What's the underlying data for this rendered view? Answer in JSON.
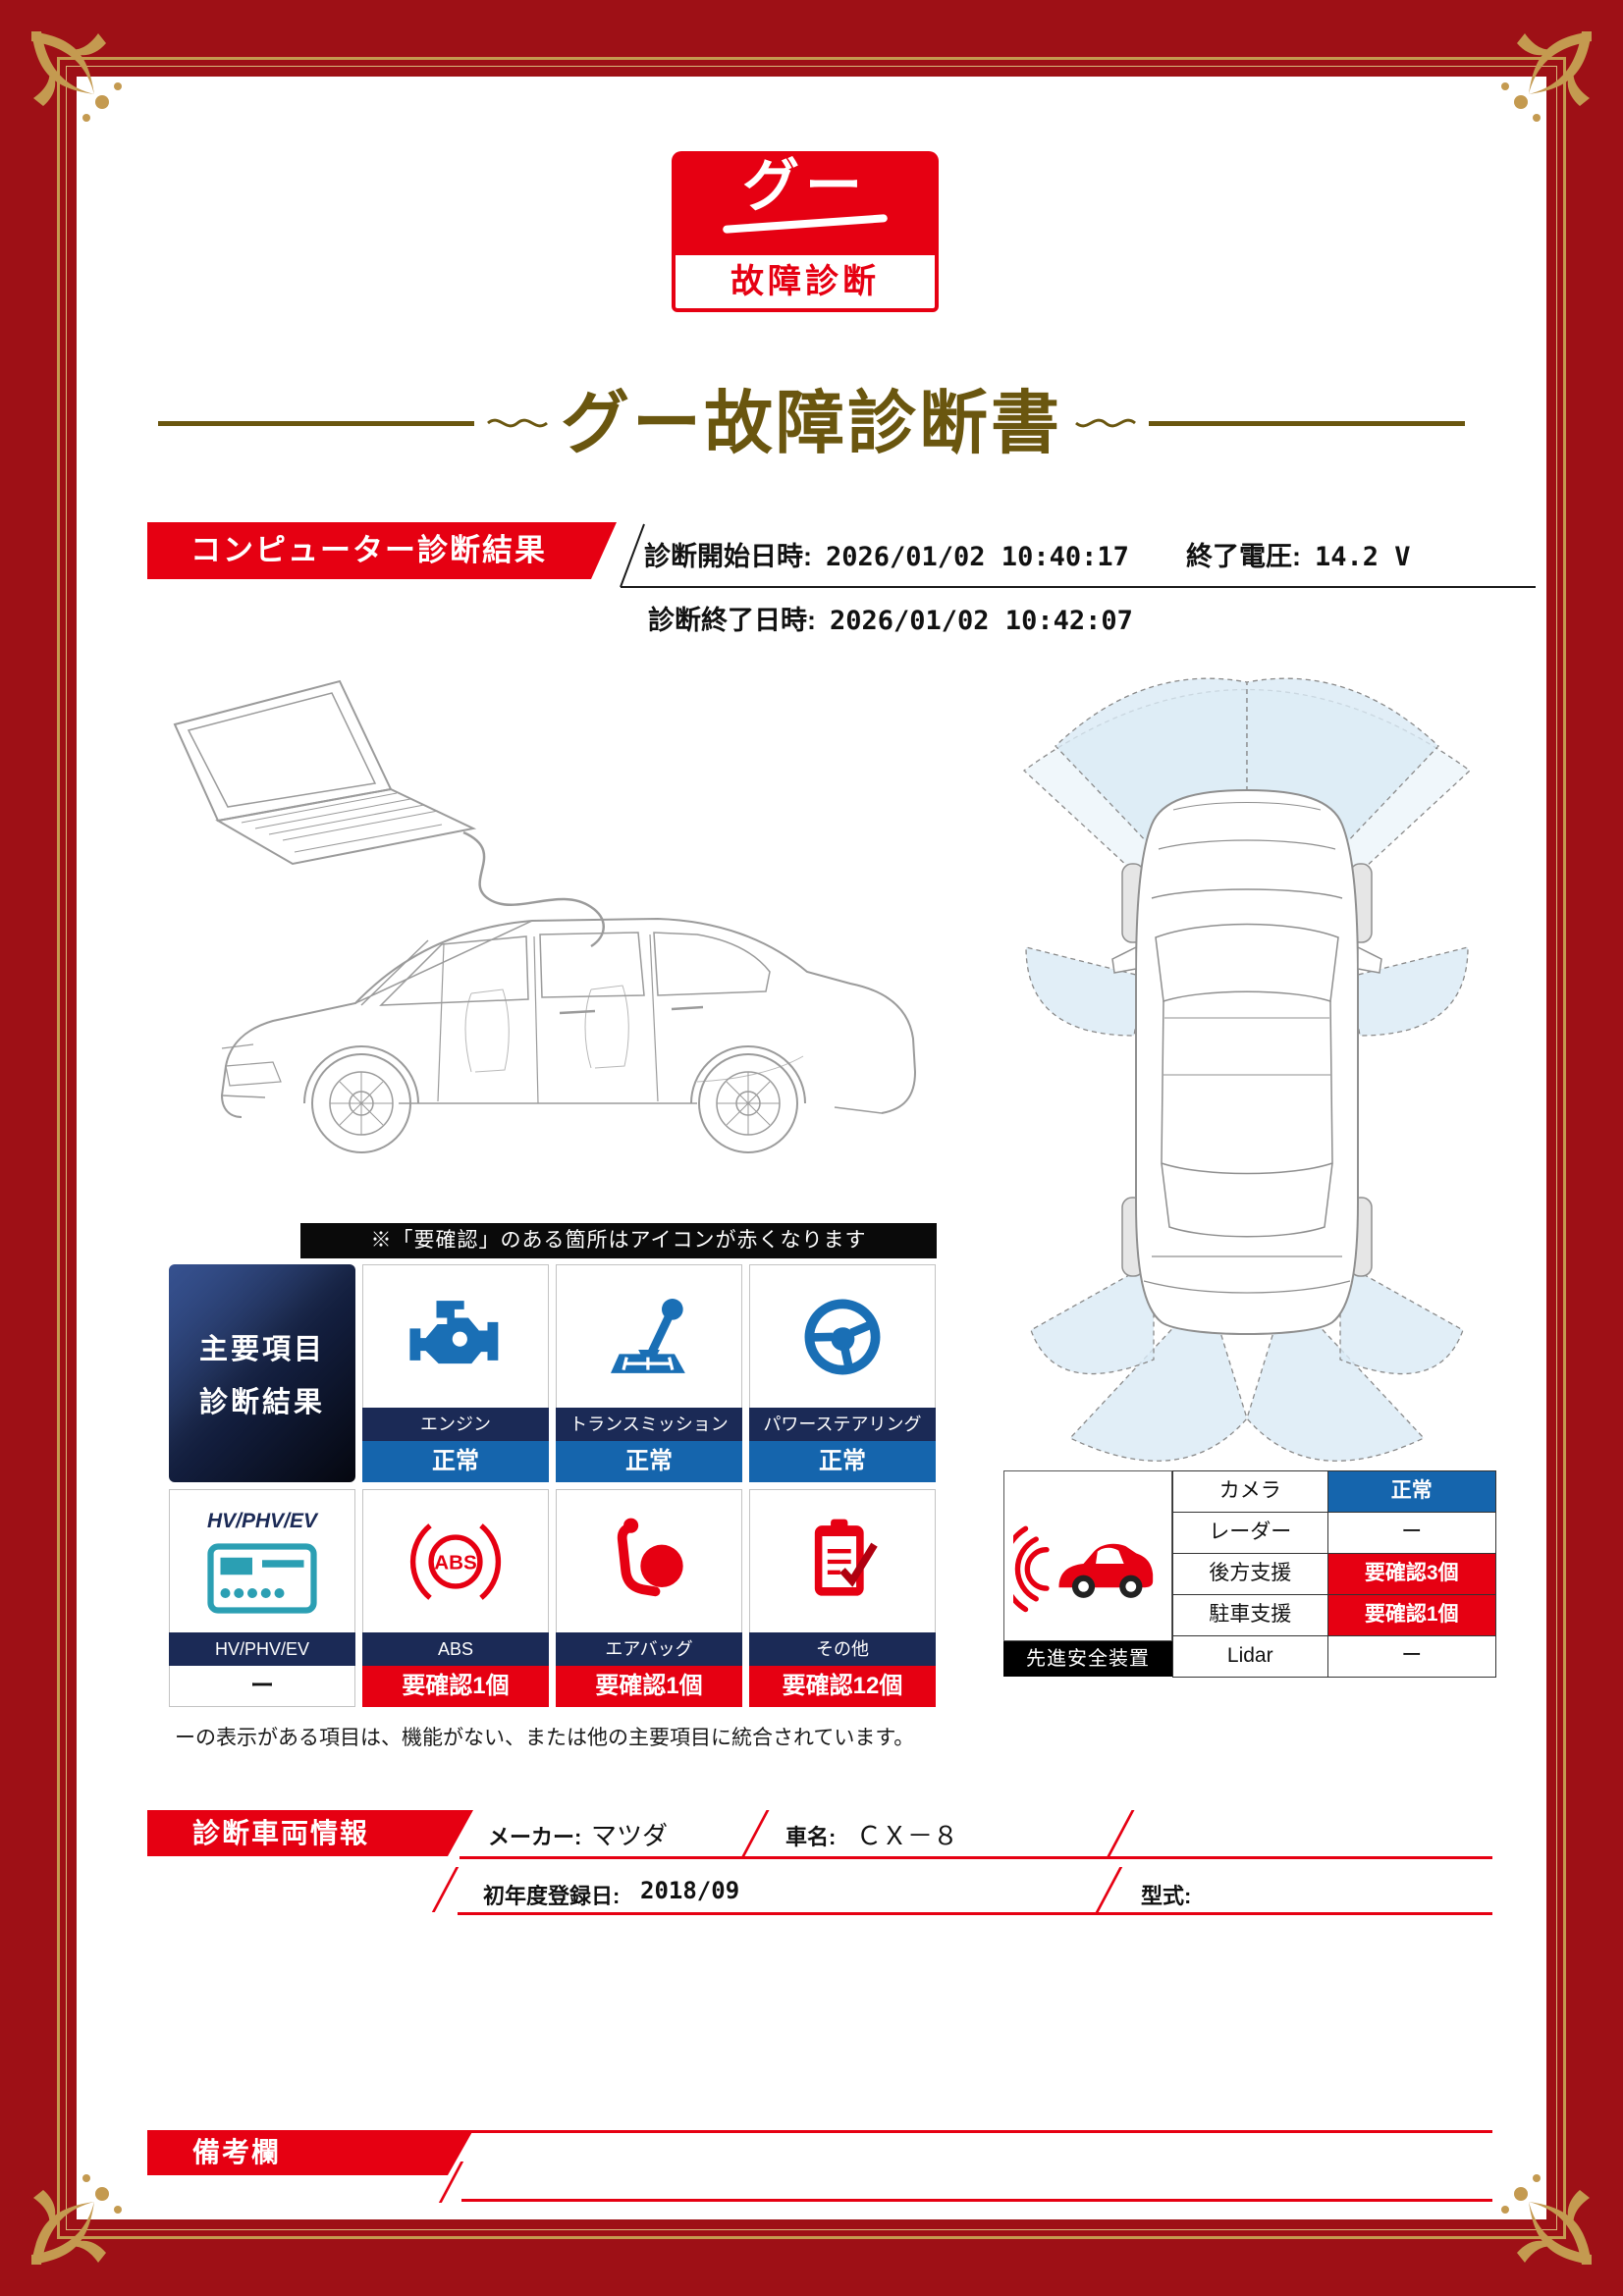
{
  "logo": {
    "mark": "グー",
    "sub": "故障診断"
  },
  "title": {
    "text": "グー故障診断書"
  },
  "diagnosis": {
    "section_label": "コンピューター診断結果",
    "start_label": "診断開始日時:",
    "start_value": "2026/01/02 10:40:17",
    "voltage_label": "終了電圧:",
    "voltage_value": "14.2 V",
    "end_label": "診断終了日時:",
    "end_value": "2026/01/02 10:42:07"
  },
  "notice": {
    "text": "※「要確認」のある箇所はアイコンが赤くなります"
  },
  "main_grid": {
    "header_line1": "主要項目",
    "header_line2": "診断結果",
    "items": [
      {
        "name": "エンジン",
        "status": "正常",
        "state": "ok",
        "icon": "engine-icon"
      },
      {
        "name": "トランスミッション",
        "status": "正常",
        "state": "ok",
        "icon": "transmission-icon"
      },
      {
        "name": "パワーステアリング",
        "status": "正常",
        "state": "ok",
        "icon": "steering-icon"
      },
      {
        "name": "HV/PHV/EV",
        "top_label": "HV/PHV/EV",
        "status": "ー",
        "state": "none",
        "icon": "hv-unit-icon"
      },
      {
        "name": "ABS",
        "status": "要確認1個",
        "state": "warn",
        "icon": "abs-icon"
      },
      {
        "name": "エアバッグ",
        "status": "要確認1個",
        "state": "warn",
        "icon": "airbag-icon"
      },
      {
        "name": "その他",
        "status": "要確認12個",
        "state": "warn",
        "icon": "clipboard-icon"
      }
    ],
    "footnote": "ーの表示がある項目は、機能がない、または他の主要項目に統合されています。"
  },
  "safety": {
    "label": "先進安全装置",
    "rows": [
      {
        "name": "カメラ",
        "status": "正常",
        "state": "ok"
      },
      {
        "name": "レーダー",
        "status": "ー",
        "state": "none"
      },
      {
        "name": "後方支援",
        "status": "要確認3個",
        "state": "warn"
      },
      {
        "name": "駐車支援",
        "status": "要確認1個",
        "state": "warn"
      },
      {
        "name": "Lidar",
        "status": "ー",
        "state": "none"
      }
    ]
  },
  "vehicle": {
    "section_label": "診断車両情報",
    "maker_label": "メーカー:",
    "maker_value": "マツダ",
    "name_label": "車名:",
    "name_value": "ＣＸ－８",
    "first_reg_label": "初年度登録日:",
    "first_reg_value": "2018/09",
    "model_label": "型式:"
  },
  "remarks": {
    "label": "備考欄"
  },
  "colors": {
    "accent_red": "#e60012",
    "status_blue": "#1565ad",
    "navy_band": "#1b2a56",
    "frame_red": "#9e1016",
    "gold": "#c49a50",
    "title_brown": "#6a560f"
  }
}
